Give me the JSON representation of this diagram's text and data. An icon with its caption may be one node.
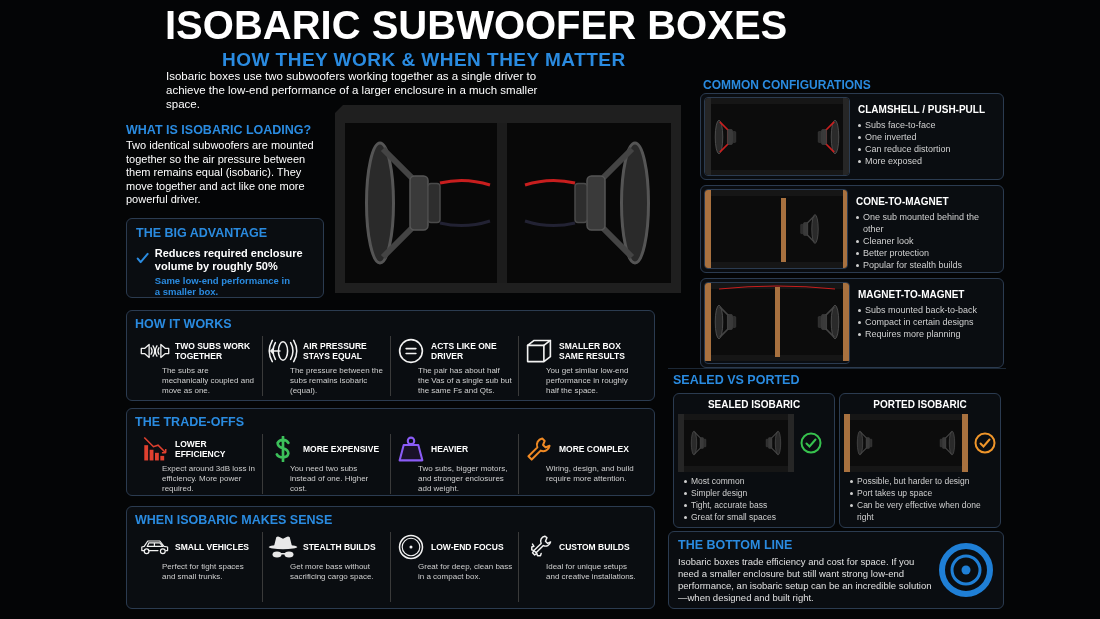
{
  "diagram": {
    "title": "ISOBARIC SUBWOOFER BOXES",
    "nodes": [
      {
        "text": [
          "THE BIG ADVANTAGE",
          "Reduces required enclosure volume by roughly 50%",
          "Same low-end performance in a smaller box."
        ]
      },
      {
        "text": [
          "HOW IT WORKS"
        ]
      },
      {
        "text": [
          "TWO SUBS WORK TOGETHER",
          "The subs are mechanically coupled and move as one."
        ],
        "in": 1
      },
      {
        "text": [
          "AIR PRESSURE STAYS EQUAL",
          "The pressure between the subs remains isobaric (equal)."
        ],
        "in": 1
      },
      {
        "text": [
          "ACTS LIKE ONE DRIVER",
          "The pair has about half the Vas of a single sub but the same Fs and Qts."
        ],
        "in": 1
      },
      {
        "text": [
          "SMALLER BOX SAME RESULTS",
          "You get similar low-end performance in roughly half the space."
        ],
        "in": 1
      },
      {
        "text": [
          "THE TRADE-OFFS"
        ]
      },
      {
        "text": [
          "LOWER EFFICIENCY",
          "Expect around 3dB loss in efficiency. More power required."
        ],
        "in": 6
      },
      {
        "text": [
          "MORE EXPENSIVE",
          "You need two subs instead of one. Higher cost."
        ],
        "in": 6
      },
      {
        "text": [
          "HEAVIER",
          "Two subs, bigger motors, and stronger enclosures add weight."
        ],
        "in": 6
      },
      {
        "text": [
          "MORE COMPLEX",
          "Wiring, design, and build require more attention."
        ],
        "in": 6
      },
      {
        "text": [
          "WHEN ISOBARIC MAKES SENSE"
        ]
      },
      {
        "text": [
          "SMALL VEHICLES",
          "Perfect for tight spaces and small trunks."
        ],
        "in": 11
      },
      {
        "text": [
          "STEALTH BUILDS",
          "Get more bass without sacrificing cargo space."
        ],
        "in": 11
      },
      {
        "text": [
          "LOW-END FOCUS",
          "Great for deep, clean bass in a compact box."
        ],
        "in": 11
      },
      {
        "text": [
          "CUSTOM BUILDS",
          "Ideal for unique setups and creative installations."
        ],
        "in": 11
      },
      {
        "text": [
          "CLAMSHELL / PUSH-PULL",
          "Subs face-to-face",
          "One inverted",
          "Can reduce distortion",
          "More exposed"
        ]
      },
      {
        "text": [
          "CONE-TO-MAGNET",
          "One sub mounted behind the other",
          "Cleaner look",
          "Better protection",
          "Popular for stealth builds"
        ]
      },
      {
        "text": [
          "MAGNET-TO-MAGNET",
          "Subs mounted back-to-back",
          "Compact in certain designs",
          "Requires more planning"
        ]
      },
      {
        "text": [
          "SEALED VS PORTED"
        ]
      },
      {
        "text": [
          "SEALED ISOBARIC",
          "Most common",
          "Simpler design",
          "Tight, accurate bass",
          "Great for small spaces"
        ],
        "in": 19
      },
      {
        "text": [
          "PORTED ISOBARIC",
          "Possible, but harder to design",
          "Port takes up space",
          "Can be very effective when done right"
        ],
        "in": 19
      },
      {
        "text": [
          "THE BOTTOM LINE",
          "Isobaric boxes trade efficiency and cost for space. If you need a smaller enclosure but still want strong low-end performance, an isobaric setup can be an incredible solution—when designed and built right."
        ]
      }
    ],
    "labels": [
      "HOW THEY WORK & WHEN THEY MATTER",
      "Isobaric boxes use two subwoofers working together as a single driver to achieve the low-end performance of a larger enclosure in a much smaller space.",
      "WHAT IS ISOBARIC LOADING?",
      "Two identical subwoofers are mounted together so the air pressure between them remains equal (isobaric). They move together and act like one more powerful driver.",
      "COMMON CONFIGURATIONS"
    ]
  }
}
